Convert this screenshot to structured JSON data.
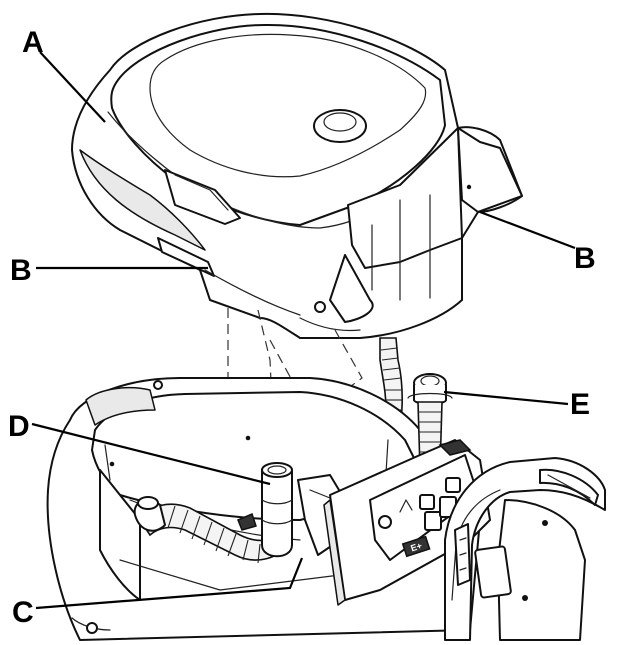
{
  "callouts": {
    "a": "A",
    "b_left": "B",
    "b_right": "B",
    "c": "C",
    "d": "D",
    "e": "E"
  },
  "panel_badge": "E+"
}
